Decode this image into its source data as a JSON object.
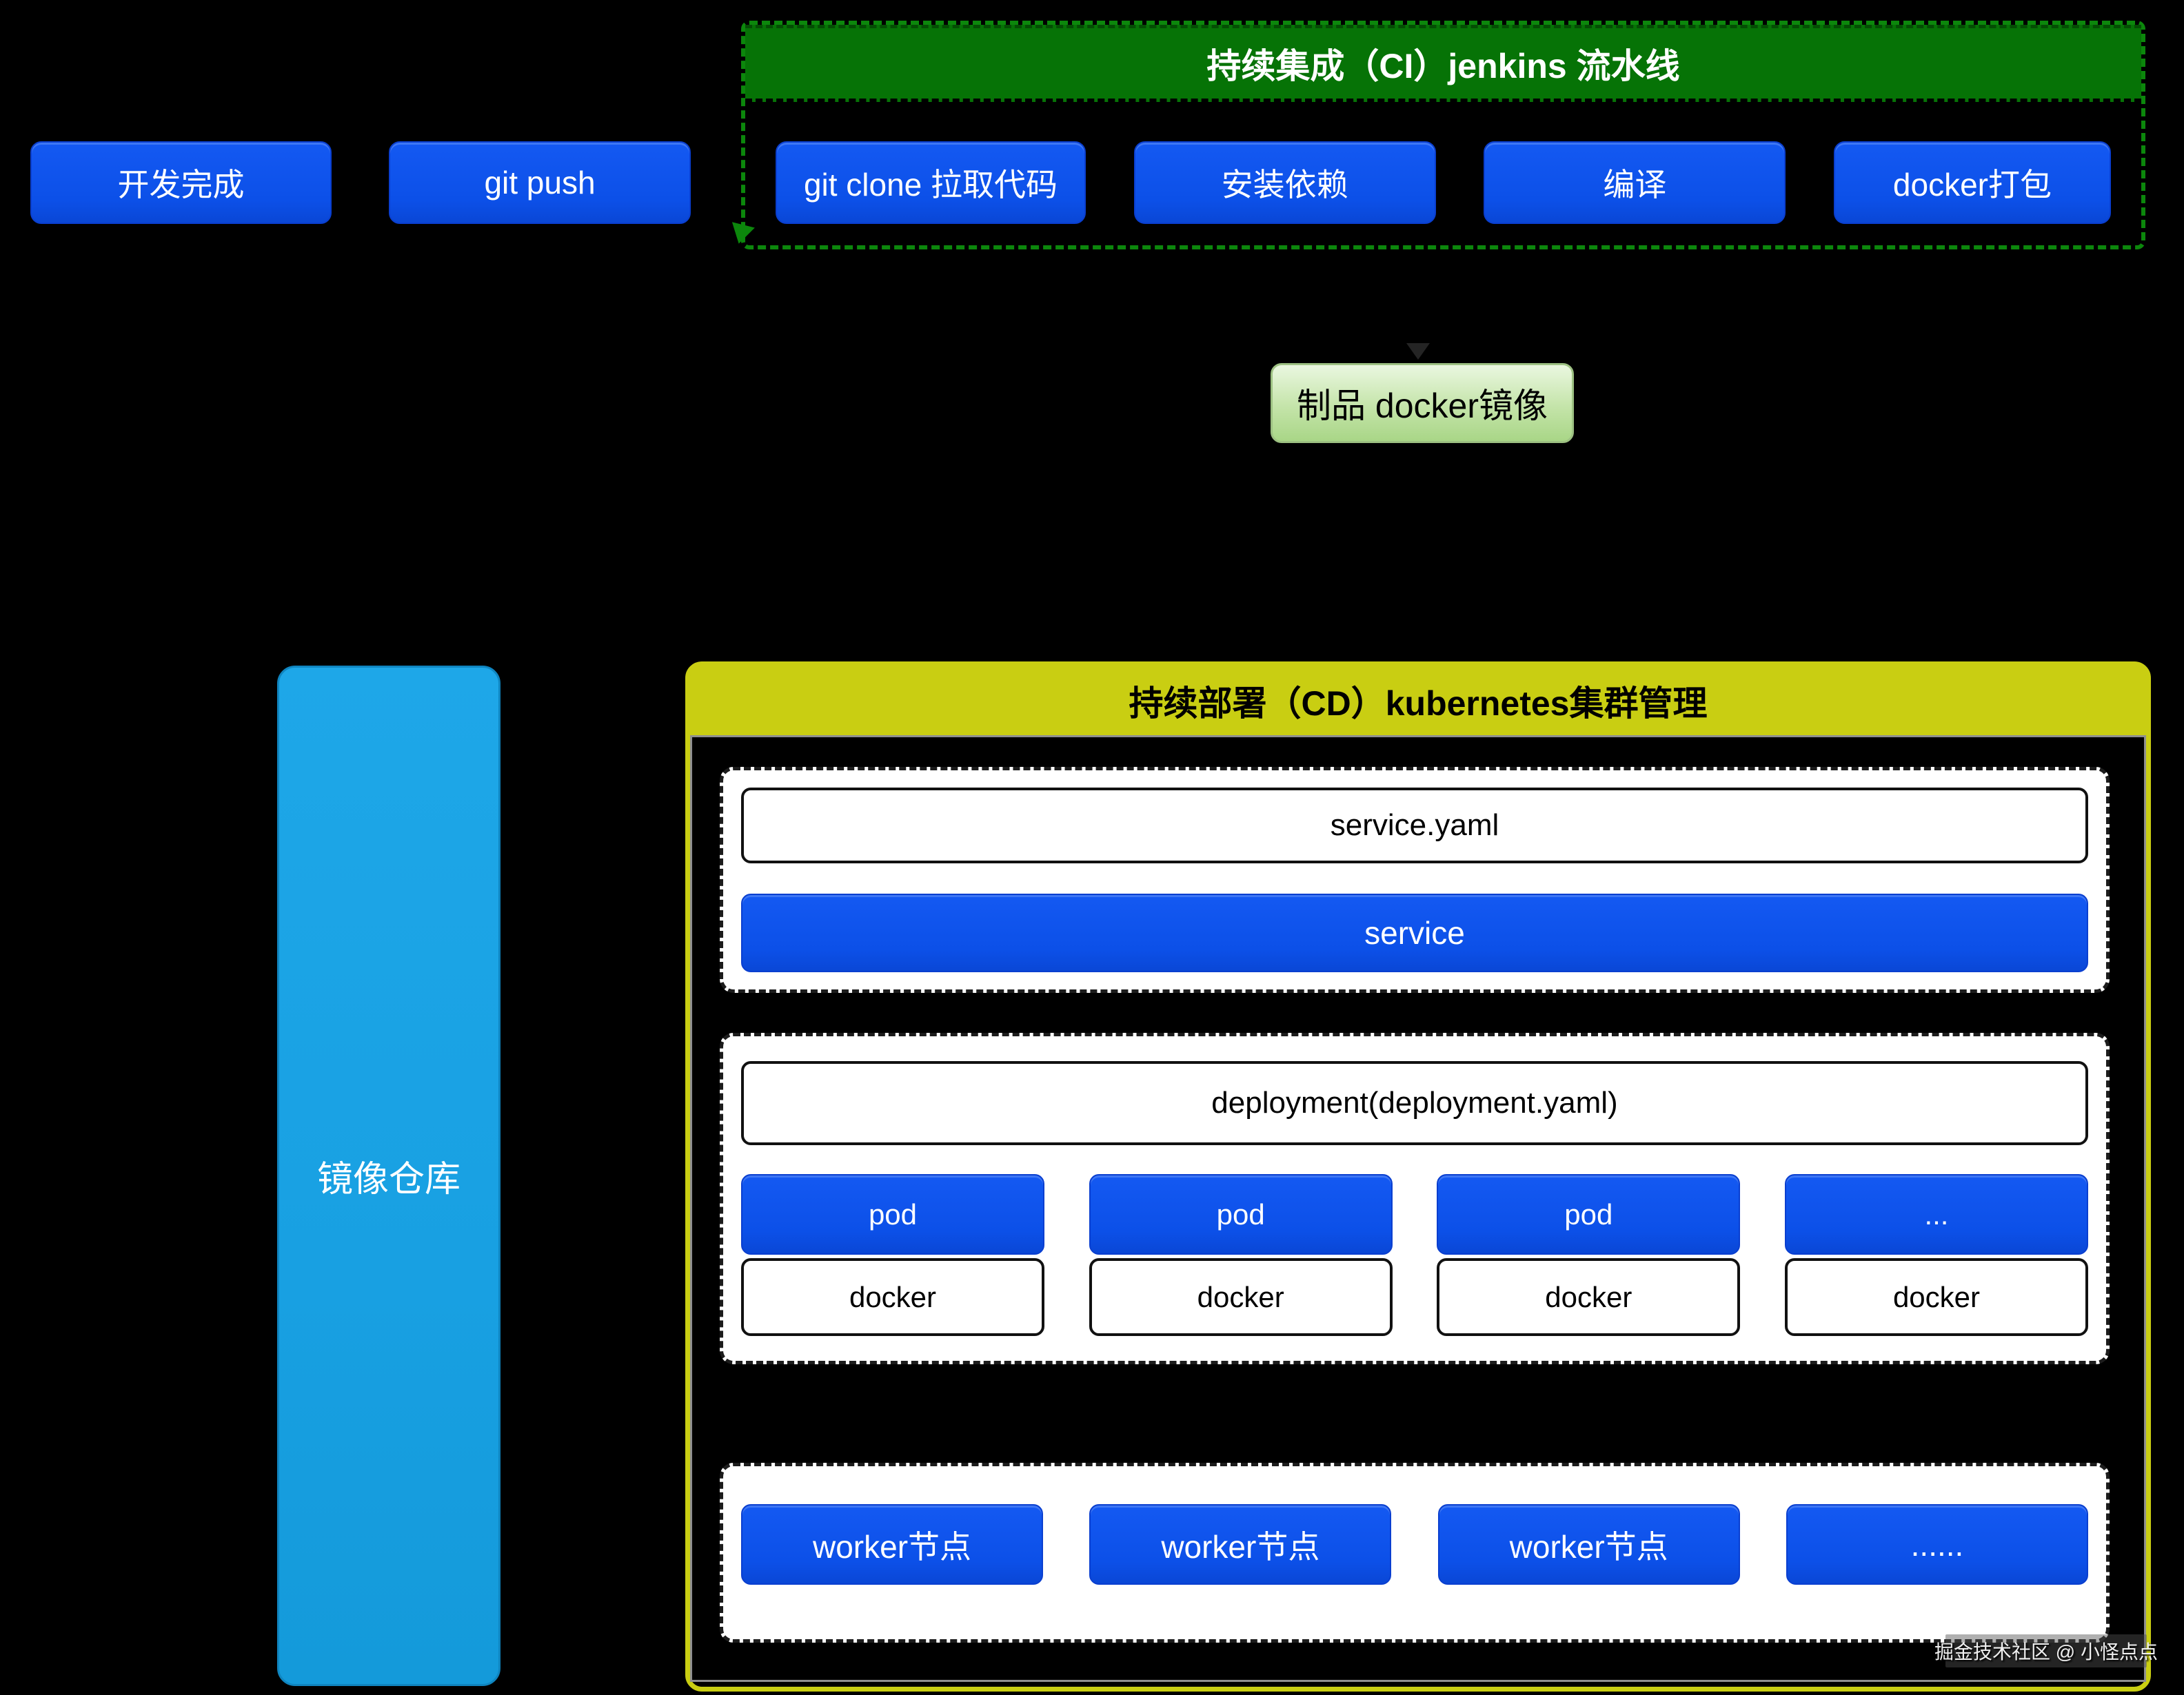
{
  "nodes": {
    "dev_complete": "开发完成",
    "git_push": "git push"
  },
  "ci": {
    "title": "持续集成（CI）jenkins 流水线",
    "steps": [
      "git clone 拉取代码",
      "安装依赖",
      "编译",
      "docker打包"
    ]
  },
  "artifact": {
    "label": "制品 docker镜像"
  },
  "registry": {
    "label": "镜像仓库"
  },
  "cd": {
    "title": "持续部署（CD）kubernetes集群管理",
    "service": {
      "yaml_label": "service.yaml",
      "service_label": "service"
    },
    "deployment": {
      "title": "deployment(deployment.yaml)",
      "pods": [
        "pod",
        "pod",
        "pod",
        "..."
      ],
      "dockers": [
        "docker",
        "docker",
        "docker",
        "docker"
      ]
    },
    "workers": [
      "worker节点",
      "worker节点",
      "worker节点",
      "......"
    ]
  },
  "watermark": "掘金技术社区 @ 小怪点点",
  "colors": {
    "background": "#000000",
    "node_blue": "#0d52ec",
    "ci_header_green": "#067306",
    "ci_border_green": "#0c870c",
    "cd_yellow": "#c9ce12",
    "registry_cyan": "#18a0e2",
    "artifact_green_top": "#eaf7e0",
    "artifact_green_bottom": "#a9d687",
    "box_white": "#ffffff"
  }
}
